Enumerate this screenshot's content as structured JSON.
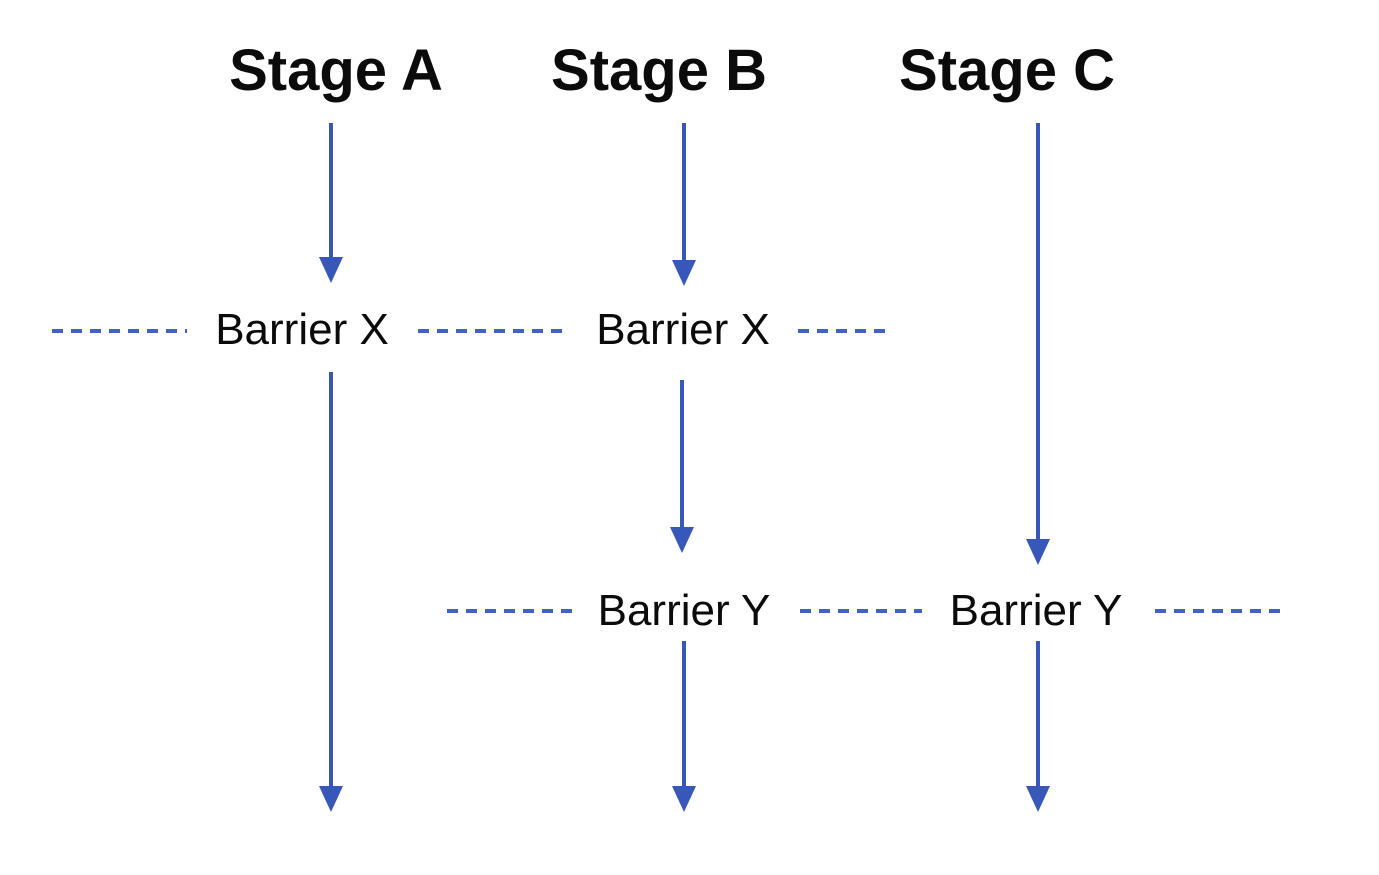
{
  "diagram": {
    "stage_labels": [
      "Stage A",
      "Stage B",
      "Stage C"
    ],
    "barrier_labels": {
      "barrier_x": "Barrier X",
      "barrier_y": "Barrier Y"
    },
    "colors": {
      "arrow_blue": "#3757ba",
      "dash_blue": "#4161c9",
      "label_black": "#0b0b0b",
      "background": "#ffffff"
    }
  }
}
